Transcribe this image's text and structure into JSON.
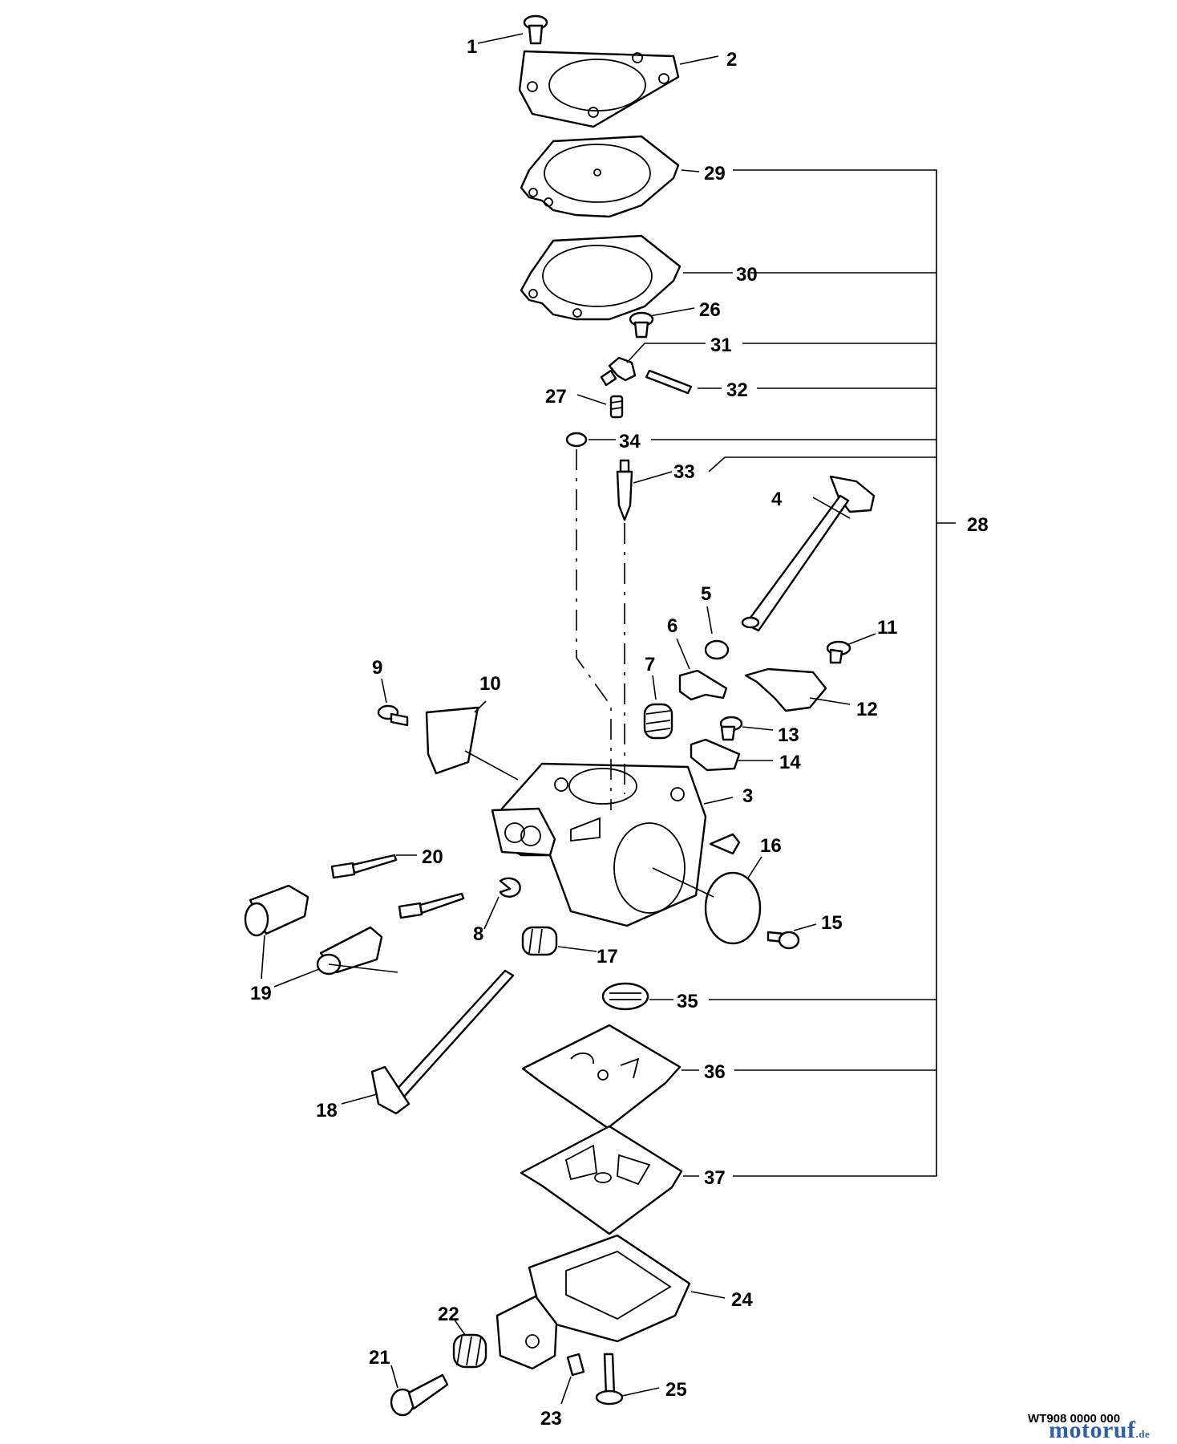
{
  "diagram": {
    "callouts": [
      {
        "id": "1",
        "label": "1"
      },
      {
        "id": "2",
        "label": "2"
      },
      {
        "id": "3",
        "label": "3"
      },
      {
        "id": "4",
        "label": "4"
      },
      {
        "id": "5",
        "label": "5"
      },
      {
        "id": "6",
        "label": "6"
      },
      {
        "id": "7",
        "label": "7"
      },
      {
        "id": "8",
        "label": "8"
      },
      {
        "id": "9",
        "label": "9"
      },
      {
        "id": "10",
        "label": "10"
      },
      {
        "id": "11",
        "label": "11"
      },
      {
        "id": "12",
        "label": "12"
      },
      {
        "id": "13",
        "label": "13"
      },
      {
        "id": "14",
        "label": "14"
      },
      {
        "id": "15",
        "label": "15"
      },
      {
        "id": "16",
        "label": "16"
      },
      {
        "id": "17",
        "label": "17"
      },
      {
        "id": "18",
        "label": "18"
      },
      {
        "id": "19",
        "label": "19"
      },
      {
        "id": "20",
        "label": "20"
      },
      {
        "id": "21",
        "label": "21"
      },
      {
        "id": "22",
        "label": "22"
      },
      {
        "id": "23",
        "label": "23"
      },
      {
        "id": "24",
        "label": "24"
      },
      {
        "id": "25",
        "label": "25"
      },
      {
        "id": "26",
        "label": "26"
      },
      {
        "id": "27",
        "label": "27"
      },
      {
        "id": "28",
        "label": "28"
      },
      {
        "id": "29",
        "label": "29"
      },
      {
        "id": "30",
        "label": "30"
      },
      {
        "id": "31",
        "label": "31"
      },
      {
        "id": "32",
        "label": "32"
      },
      {
        "id": "33",
        "label": "33"
      },
      {
        "id": "34",
        "label": "34"
      },
      {
        "id": "35",
        "label": "35"
      },
      {
        "id": "36",
        "label": "36"
      },
      {
        "id": "37",
        "label": "37"
      }
    ],
    "kit_groups": [
      {
        "label": "28",
        "members": [
          "29",
          "30",
          "31",
          "32",
          "34",
          "33",
          "35",
          "36",
          "37"
        ]
      }
    ]
  },
  "footer": {
    "reference_code": "WT908 0000 000",
    "watermark": "motoruf",
    "watermark_suffix": ".de"
  },
  "colors": {
    "line": "#000000",
    "background": "#ffffff",
    "watermark": "#2f5fa8"
  }
}
